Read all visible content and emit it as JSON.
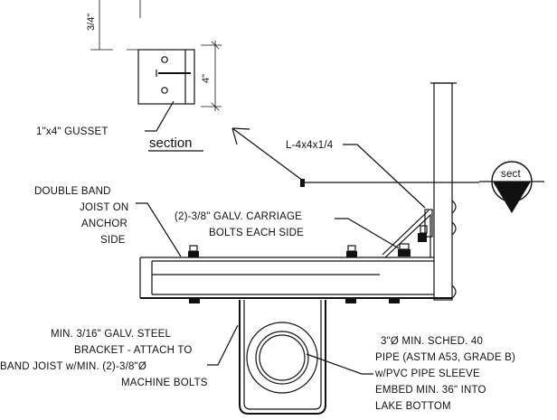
{
  "title": "section",
  "dimensions": {
    "thickness": "3/4\"",
    "height": "4\""
  },
  "callouts": {
    "gusset": "1\"x4\" GUSSET",
    "angle": "L-4x4x1/4",
    "double_band": [
      "DOUBLE BAND",
      "JOIST ON",
      "ANCHOR",
      "SIDE"
    ],
    "carriage_bolts": [
      "(2)-3/8\" GALV. CARRIAGE",
      "BOLTS EACH SIDE"
    ],
    "bracket": [
      "MIN. 3/16\" GALV. STEEL",
      "BRACKET - ATTACH TO",
      "BAND JOIST w/MIN. (2)-3/8\"Ø",
      "MACHINE BOLTS"
    ],
    "pipe": [
      "3\"Ø MIN. SCHED. 40",
      "PIPE (ASTM A53, GRADE B)",
      "w/PVC PIPE SLEEVE",
      "EMBED MIN. 36\" INTO",
      "LAKE BOTTOM"
    ]
  },
  "section_marker": "sect"
}
